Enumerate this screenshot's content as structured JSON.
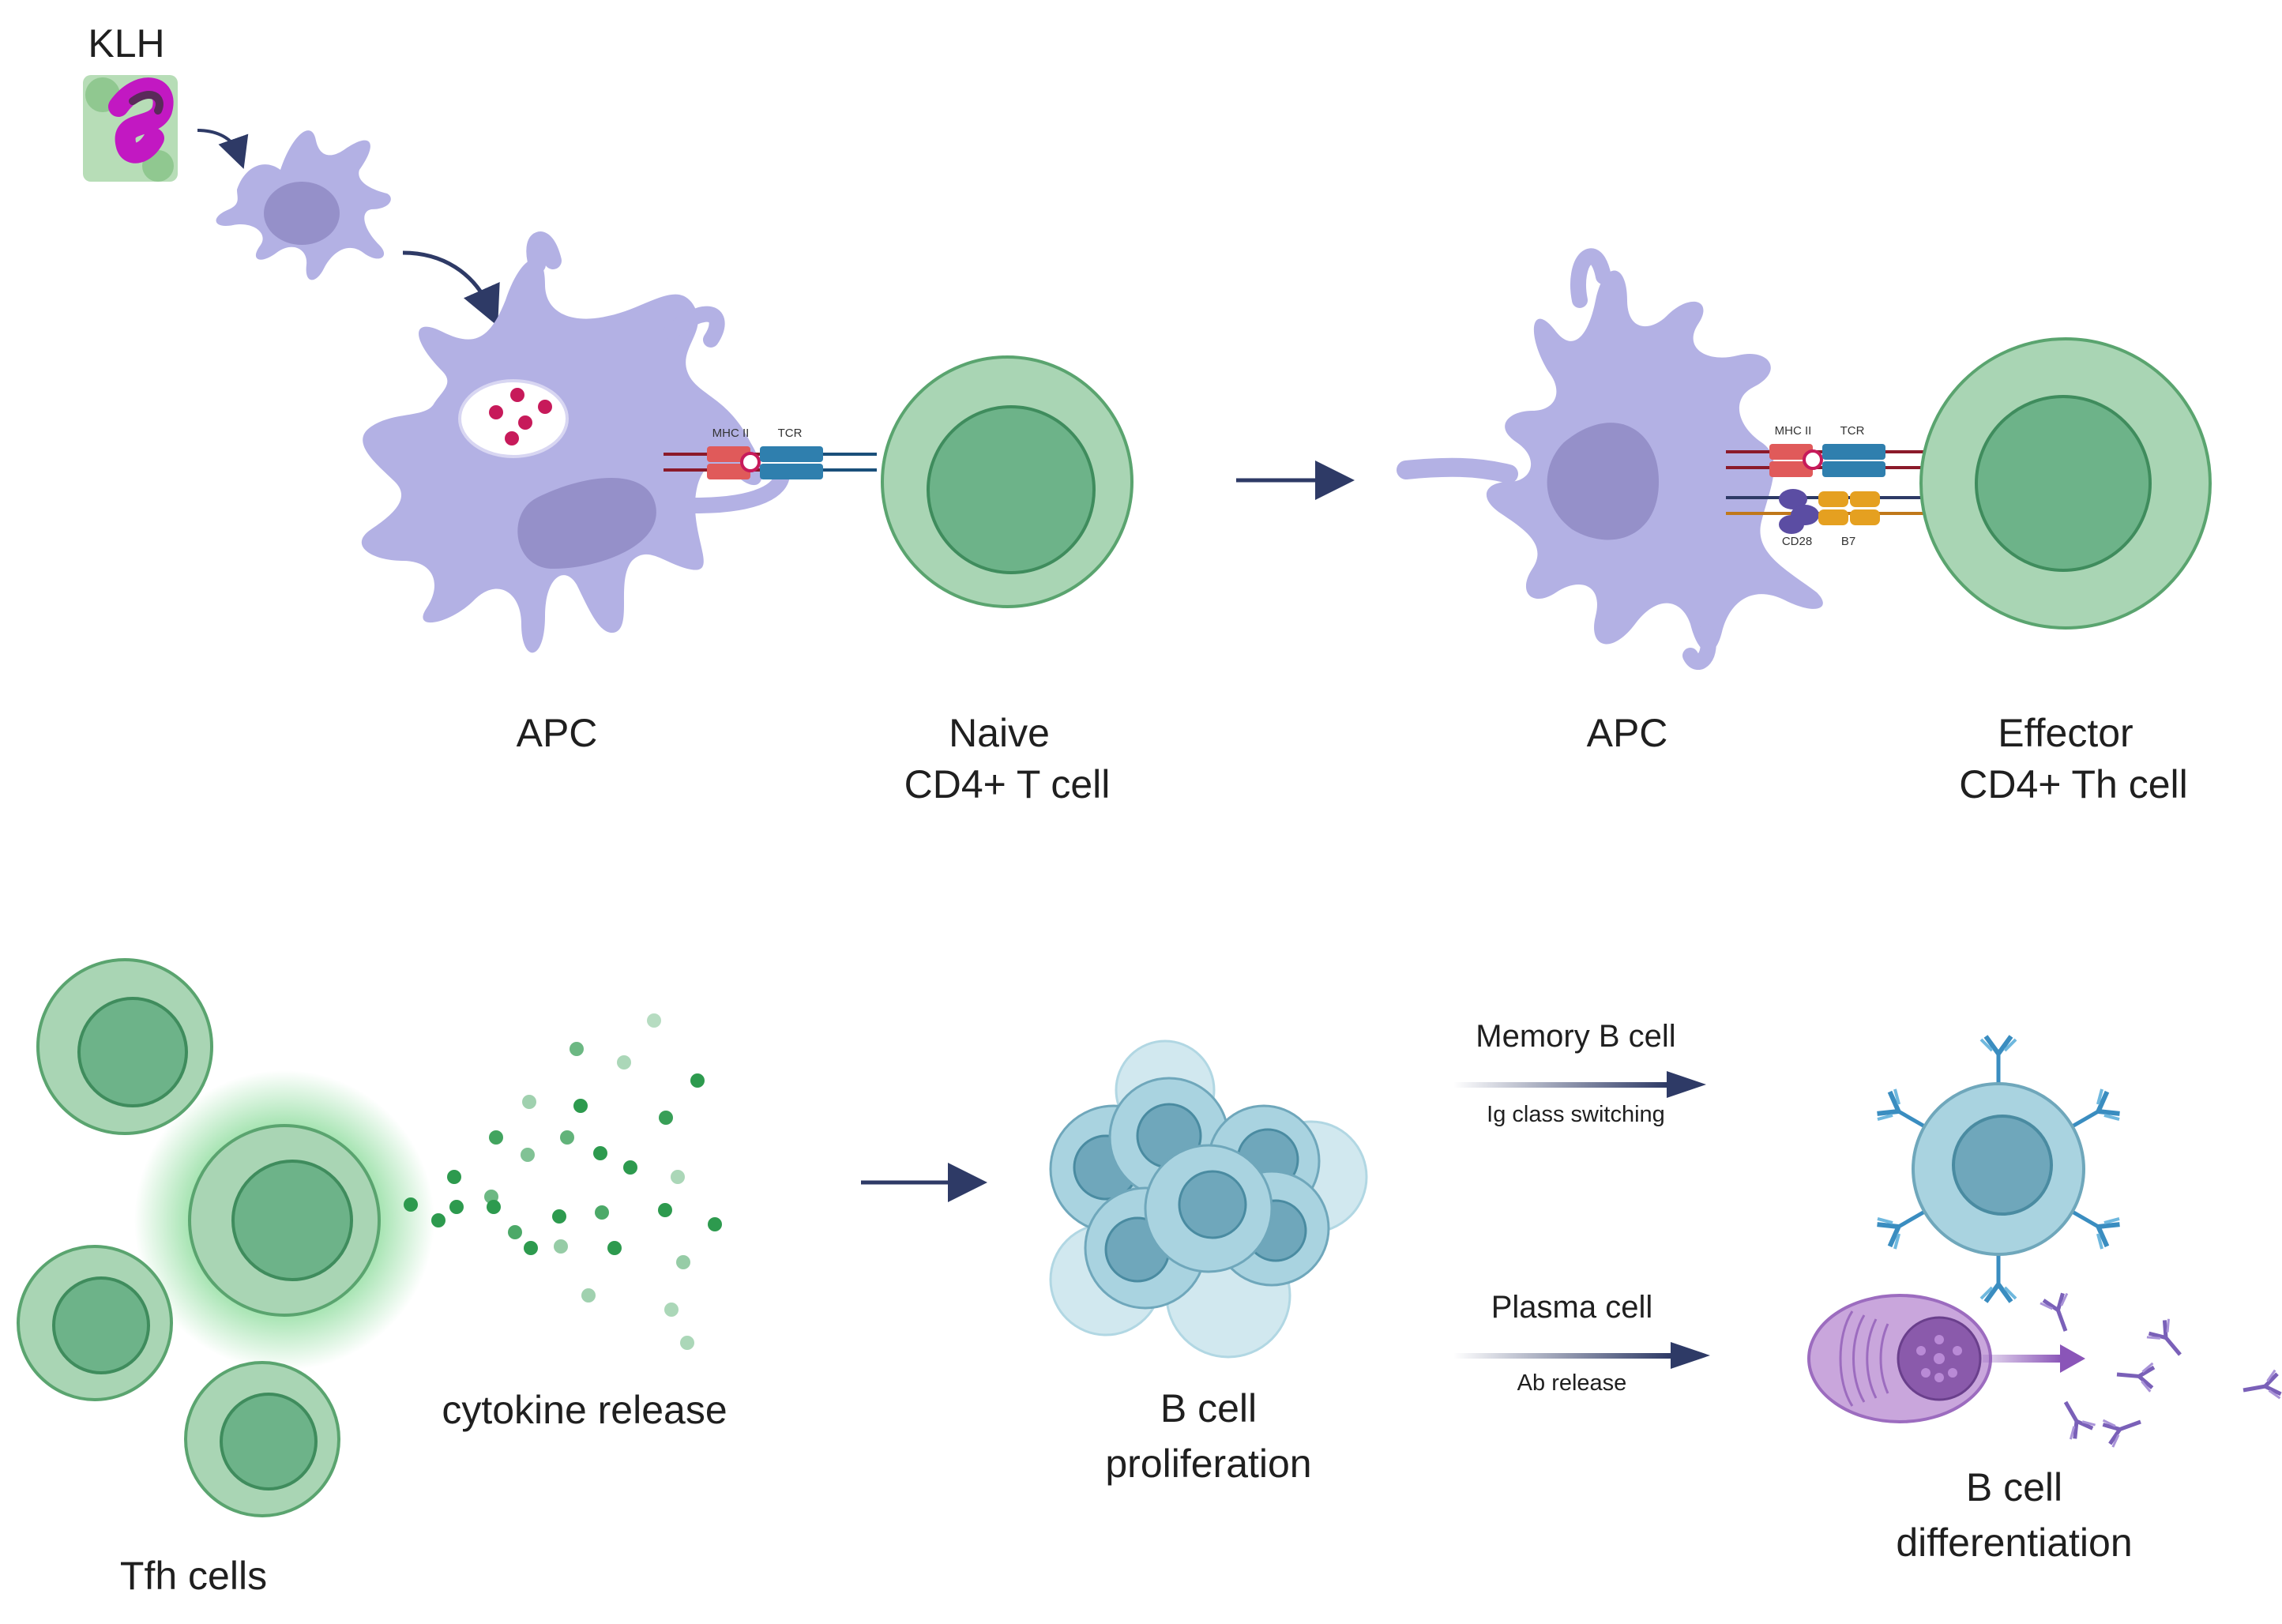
{
  "labels": {
    "klh": "KLH",
    "apc_1": "APC",
    "naive_line1": "Naive",
    "naive_line2": "CD4+ T cell",
    "apc_2": "APC",
    "effector_line1": "Effector",
    "effector_line2": "CD4+ Th cell",
    "mhc_1": "MHC II",
    "tcr_1": "TCR",
    "mhc_2": "MHC II",
    "tcr_2": "TCR",
    "cd28": "CD28",
    "b7": "B7",
    "tfh": "Tfh cells",
    "cytokine": "cytokine release",
    "bprolif_line1": "B cell",
    "bprolif_line2": "proliferation",
    "memory": "Memory B cell",
    "ig_switch": "Ig class switching",
    "plasma": "Plasma cell",
    "ab_release": "Ab  release",
    "bdiff_line1": "B cell",
    "bdiff_line2": "differentiation"
  },
  "colors": {
    "apc_body": "#b3b1e4",
    "apc_nucleus": "#9590c9",
    "tcell_outer": "#a9d5b4",
    "tcell_inner": "#6db389",
    "bcell_outer": "#a9d3e0",
    "bcell_inner": "#6fa7bb",
    "mhc": "#e05a5a",
    "tcr": "#2f7fae",
    "cd28": "#5b4da3",
    "b7": "#e5a020",
    "arrow": "#2e3a66",
    "antibody_blue": "#3a8dc0",
    "antibody_purple": "#8b72c4",
    "plasma_body": "#c9a6dc",
    "cytokine": "#2d9a4e"
  }
}
